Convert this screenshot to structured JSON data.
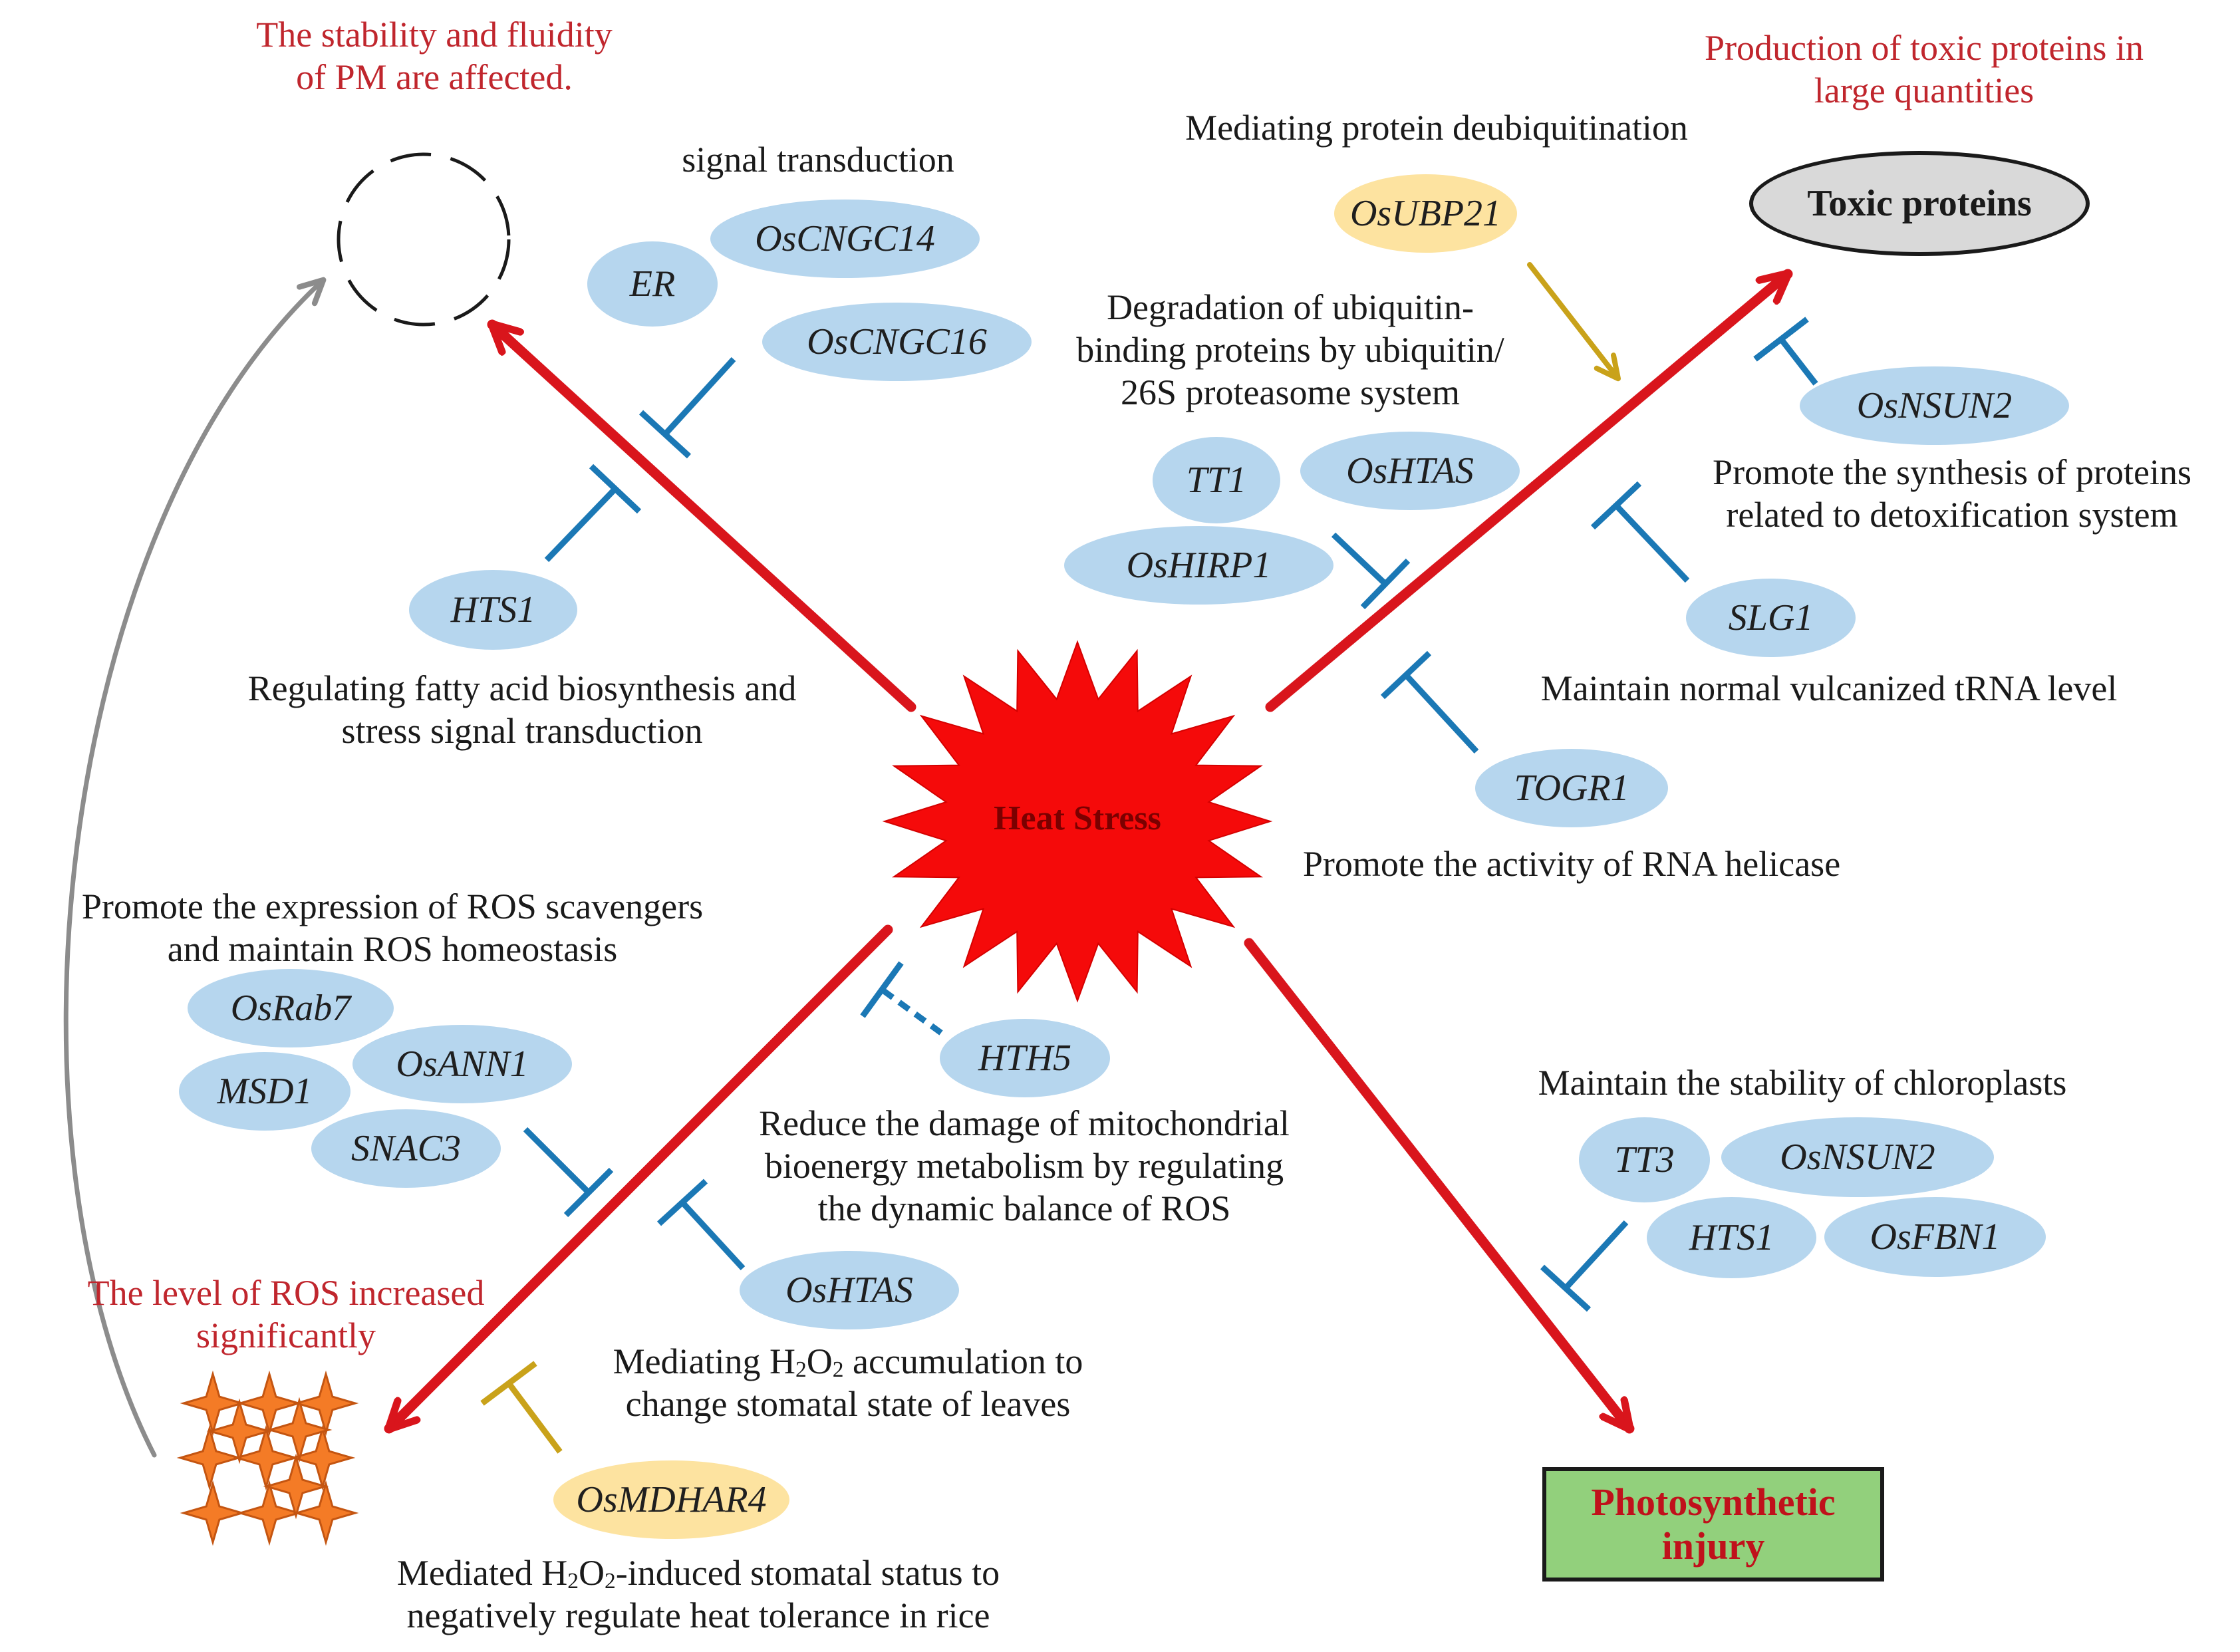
{
  "center": {
    "label": "Heat Stress",
    "color": "#f50a0a"
  },
  "outcomes": {
    "membrane": {
      "caption_line1": "The stability and fluidity",
      "caption_line2": "of PM are affected."
    },
    "toxic": {
      "caption_line1": "Production of toxic proteins in",
      "caption_line2": "large quantities",
      "box_label": "Toxic proteins"
    },
    "ros": {
      "caption_line1": "The level of ROS increased",
      "caption_line2": "significantly"
    },
    "photosynthesis": {
      "box_line1": "Photosynthetic",
      "box_line2": "injury"
    }
  },
  "annotations": {
    "signal_transduction": "signal transduction",
    "fatty_acid_line1": "Regulating fatty acid biosynthesis and",
    "fatty_acid_line2": "stress signal transduction",
    "deubiquitination": "Mediating protein deubiquitination",
    "ubiquitin_line1": "Degradation of ubiquitin-",
    "ubiquitin_line2": "binding proteins by ubiquitin/",
    "ubiquitin_line3": "26S proteasome system",
    "detox_line1": "Promote the synthesis of proteins",
    "detox_line2": "related to detoxification system",
    "trna": "Maintain normal vulcanized tRNA level",
    "rna_helicase": "Promote the activity of RNA helicase",
    "ros_scavengers_line1": "Promote the expression of ROS scavengers",
    "ros_scavengers_line2": "and maintain ROS homeostasis",
    "mito_line1": "Reduce the damage of mitochondrial",
    "mito_line2": "bioenergy metabolism by regulating",
    "mito_line3": "the dynamic balance of ROS",
    "h2o2_a_pre": "Mediating H",
    "h2o2_a_sub1": "2",
    "h2o2_a_mid": "O",
    "h2o2_a_sub2": "2",
    "h2o2_a_post": " accumulation to",
    "h2o2_a_line2": "change stomatal state of leaves",
    "h2o2_b_pre": "Mediated H",
    "h2o2_b_sub1": "2",
    "h2o2_b_mid": "O",
    "h2o2_b_sub2": "2",
    "h2o2_b_post": "-induced stomatal status to",
    "h2o2_b_line2": "negatively regulate heat tolerance in rice",
    "chloroplast": "Maintain the stability of chloroplasts"
  },
  "genes": {
    "er": "ER",
    "oscngc14": "OsCNGC14",
    "oscngc16": "OsCNGC16",
    "hts1_a": "HTS1",
    "osubp21": "OsUBP21",
    "osnsun2_a": "OsNSUN2",
    "tt1": "TT1",
    "oshtas_a": "OsHTAS",
    "oshirp1": "OsHIRP1",
    "slg1": "SLG1",
    "togr1": "TOGR1",
    "osrab7": "OsRab7",
    "msd1": "MSD1",
    "osann1": "OsANN1",
    "snac3": "SNAC3",
    "hth5": "HTH5",
    "oshtas_b": "OsHTAS",
    "osmdhar4": "OsMDHAR4",
    "tt3": "TT3",
    "osnsun2_b": "OsNSUN2",
    "hts1_b": "HTS1",
    "osfbn1": "OsFBN1"
  },
  "colors": {
    "main_arrow": "#d9151c",
    "inhibit_blue": "#1b78b5",
    "inhibit_gold": "#c9a21a",
    "gene_blue": "#b6d6ee",
    "gene_gold": "#fde3a0",
    "star_orange": "#f47b26",
    "feedback_gray": "#8c8c8c",
    "red_text": "#c0262d"
  }
}
